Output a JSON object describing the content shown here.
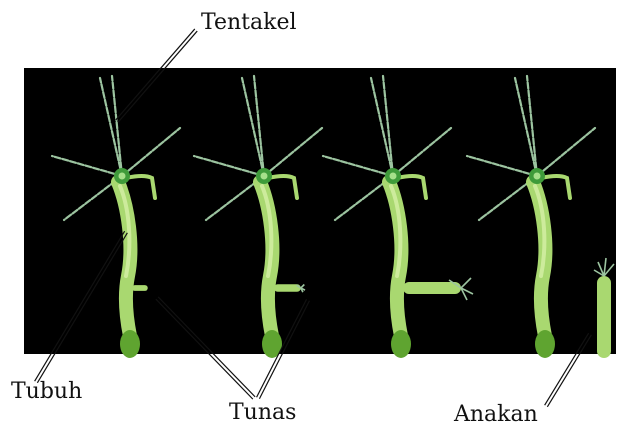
{
  "colors": {
    "background": "#000000",
    "hydra_body": "#a9d870",
    "hydra_body_light": "#d6f0a8",
    "hydra_foot": "#5fa430",
    "hypostome": "#3f9b3a",
    "tentacle": "#9cc4a0",
    "leader_line": "#111111"
  },
  "labels": {
    "tentacle": "Tentakel",
    "body": "Tubuh",
    "bud": "Tunas",
    "offspring": "Anakan"
  },
  "stages": [
    {
      "stage": 1,
      "bud_size": 0.12,
      "detached": false
    },
    {
      "stage": 2,
      "bud_size": 0.35,
      "detached": false
    },
    {
      "stage": 3,
      "bud_size": 1.0,
      "detached": false
    },
    {
      "stage": 4,
      "bud_size": 1.0,
      "detached": true
    }
  ]
}
